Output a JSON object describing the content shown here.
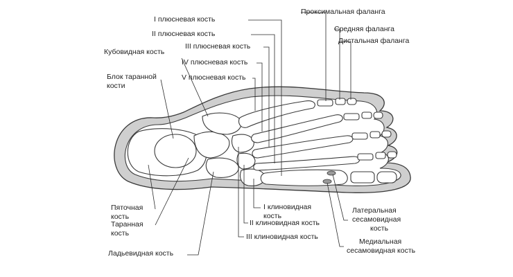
{
  "diagram": {
    "labels": {
      "metatarsal_1": "I плюсневая кость",
      "metatarsal_2": "II плюсневая кость",
      "metatarsal_3": "III плюсневая кость",
      "metatarsal_4": "IV плюсневая кость",
      "metatarsal_5": "V плюсневая кость",
      "cuboid": "Кубовидная кость",
      "talus_trochlea_1": "Блок таранной",
      "talus_trochlea_2": "кости",
      "proximal_phalanx": "Проксимальная фаланга",
      "middle_phalanx": "Средняя фаланга",
      "distal_phalanx": "Дистальная фаланга",
      "calcaneus_1": "Пяточная",
      "calcaneus_2": "кость",
      "talus_1": "Таранная",
      "talus_2": "кость",
      "navicular": "Ладьевидная кость",
      "cuneiform_1_a": "I клиновидная",
      "cuneiform_1_b": "кость",
      "cuneiform_2": "II клиновидная кость",
      "cuneiform_3": "III клиновидная кость",
      "lateral_sesamoid_1": "Латеральная",
      "lateral_sesamoid_2": "сесамовидная",
      "lateral_sesamoid_3": "кость",
      "medial_sesamoid_1": "Медиальная",
      "medial_sesamoid_2": "сесамовидная кость"
    },
    "colors": {
      "soft_tissue": "#cfcfcf",
      "bone": "#ffffff",
      "outline": "#3a3a3a",
      "sesamoid": "#9a9a9a"
    }
  }
}
